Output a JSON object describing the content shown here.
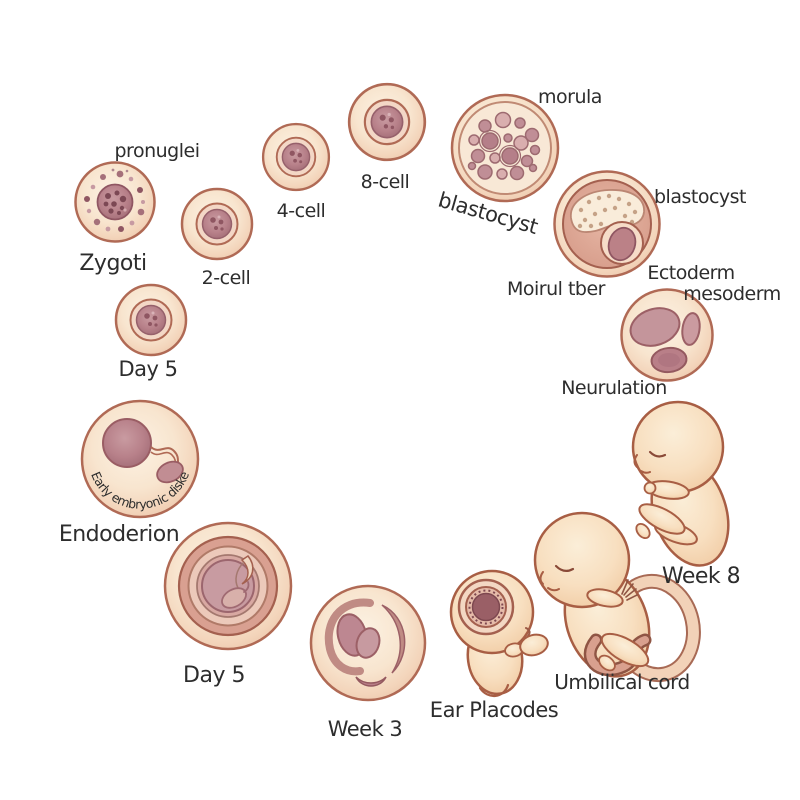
{
  "illustration": {
    "title_hidden": "",
    "background": "#ffffff",
    "text_color": "#2d2d2d",
    "palette": {
      "cell_outline": "#b06a55",
      "cell_fill": "#f8e5cf",
      "inner_ring_fill": "#f3d7c6",
      "nucleus_fill": "#b8818a",
      "nucleus_spot": "#8f5662",
      "band_fill": "#dca695",
      "skin_fill": "#f8dfc0",
      "skin_outline": "#a85e44"
    },
    "stages": [
      {
        "name": "zygote",
        "label": "Zygoti",
        "top_label": "pronuglei"
      },
      {
        "name": "day5-small",
        "label": "Day 5"
      },
      {
        "name": "two-cell",
        "label": "2-cell"
      },
      {
        "name": "four-cell",
        "label": "4-cell"
      },
      {
        "name": "eight-cell",
        "label": "8-cell"
      },
      {
        "name": "morula",
        "top_label": "morula",
        "label": "blastocyst"
      },
      {
        "name": "blastocyst",
        "label": "blastocyst",
        "bottom_label": "Moirul tber"
      },
      {
        "name": "gastrula",
        "top_label": "Ectoderm",
        "right_label": "mesoderm",
        "label": "Neurulation"
      },
      {
        "name": "week8-fetus",
        "label": "Week 8"
      },
      {
        "name": "umbilical-fetus",
        "label": "Umbilical cord"
      },
      {
        "name": "ear-placodes-embryo",
        "label": "Ear Placodes"
      },
      {
        "name": "week3",
        "label": "Week 3"
      },
      {
        "name": "day5-large",
        "label": "Day 5"
      },
      {
        "name": "embryonic-disc",
        "label": "Endoderion",
        "inner_text": "Early embryonic diske"
      }
    ]
  }
}
